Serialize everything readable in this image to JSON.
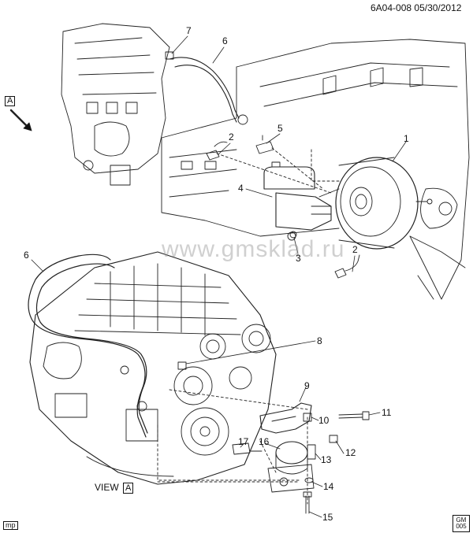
{
  "header": {
    "ref": "6A04-008",
    "date": "05/30/2012"
  },
  "watermark": "www.gmsklad.ru",
  "view": {
    "label": "VIEW",
    "letter": "A"
  },
  "view_arrow_letter": "A",
  "footer": {
    "left": "mp",
    "logo_top": "GM",
    "logo_bottom": "005"
  },
  "callouts": [
    "1",
    "2",
    "3",
    "4",
    "5",
    "6",
    "7",
    "2",
    "6",
    "8",
    "9",
    "10",
    "11",
    "12",
    "13",
    "14",
    "15",
    "16",
    "17"
  ]
}
